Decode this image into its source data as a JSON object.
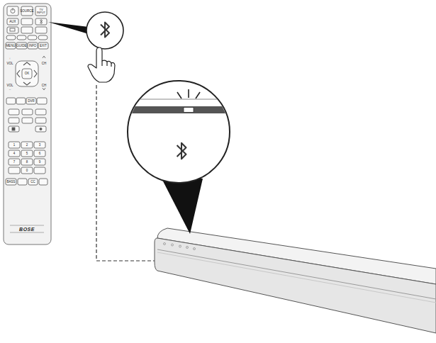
{
  "diagram": {
    "labels": [
      "SOURCE",
      "TV INPUT",
      "AUX",
      "MENU",
      "GUIDE",
      "INFO",
      "EXIT",
      "VOL",
      "CH",
      "OK",
      "VOL",
      "CH",
      "DVR",
      "1",
      "2",
      "3",
      "4",
      "5",
      "6",
      "7",
      "8",
      "9",
      "0",
      "BASS",
      "CC",
      "BOSE"
    ]
  }
}
